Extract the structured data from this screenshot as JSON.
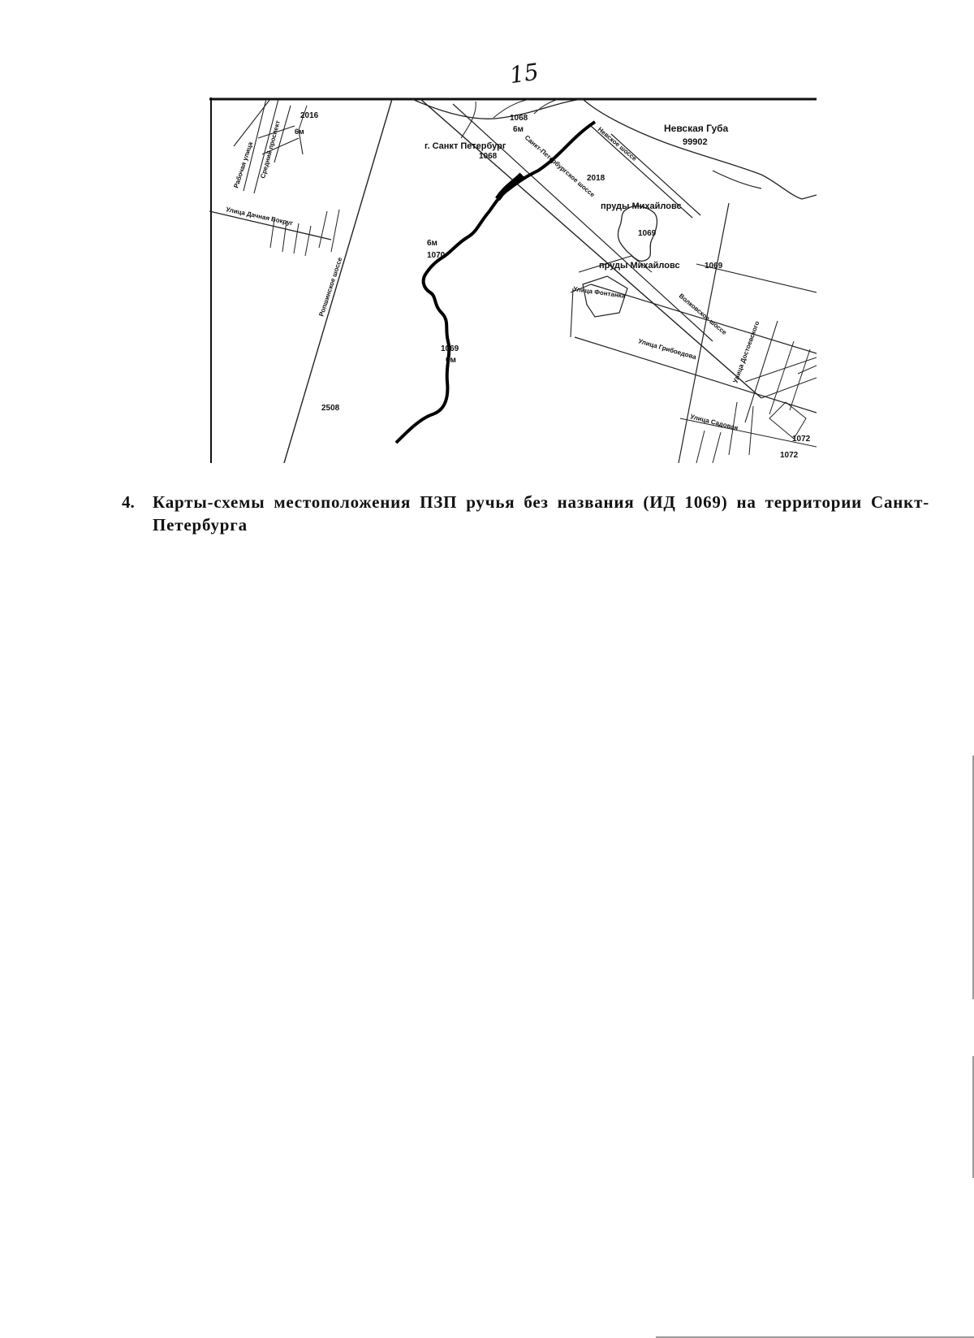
{
  "page": {
    "number": "15"
  },
  "map": {
    "labels": {
      "nevskaya_guba": "Невская Губа",
      "nevskaya_guba_id": "99902",
      "city": "г. Санкт Петербург",
      "id_2016": "2016",
      "id_1068": "1068",
      "bm_top": "6м",
      "id_1068_b": "1068",
      "id_2018": "2018",
      "prudy_1": "пруды Михайловс",
      "id_1069_mid": "1069",
      "prudy_2": "пруды Михайловс",
      "id_1069_right": "1069",
      "bm_left": "6м",
      "id_1070": "1070",
      "id_1069_low": "1069",
      "bm_low": "6м",
      "id_2508": "2508",
      "id_1072_a": "1072",
      "id_1072_b": "1072",
      "bm_small": "6м"
    },
    "streets": {
      "ul_dachnaya": "Улица Дачная Вокруг",
      "rabochaya": "Рабочая улица",
      "sredniy": "Средний проспект",
      "petergofskoe": "Ропшинское шоссе",
      "nevskaya_sh": "Невское шоссе",
      "spb_road": "Санкт-Петербургское шоссе",
      "ul_fontanka": "Улица Фонтанка",
      "volkovskoe": "Волковское шоссе",
      "ul_griboedova": "Улица Грибоедова",
      "ul_dostoevskogo": "Улица Достоевского",
      "ul_sadovaya": "Улица Садовая"
    },
    "colors": {
      "stream": "#111111",
      "roads": "#222222"
    }
  },
  "caption": {
    "number": "4.",
    "text": "Карты-схемы местоположения ПЗП ручья без названия (ИД 1069) на территории Санкт-Петербурга"
  }
}
